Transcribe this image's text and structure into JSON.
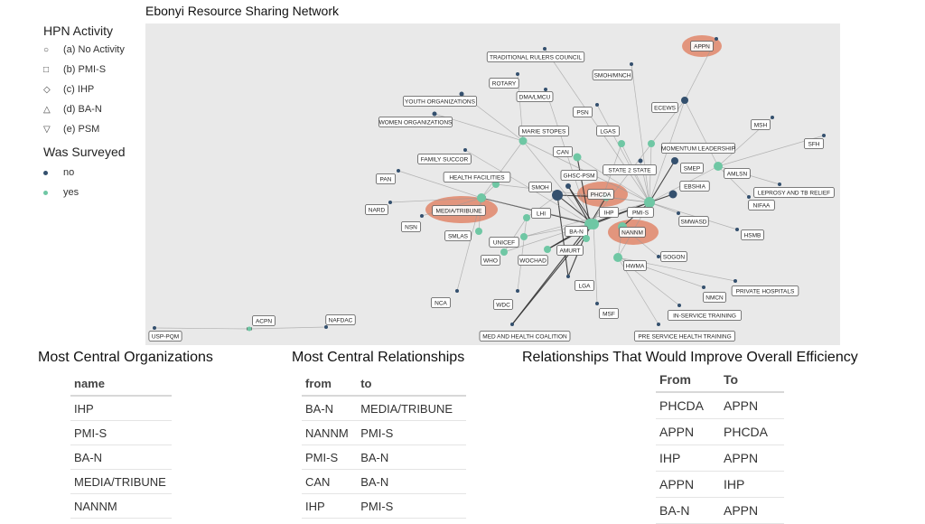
{
  "network": {
    "title": "Ebonyi Resource Sharing Network",
    "background": "#e9e9e9",
    "colors": {
      "surveyed_no": "#34506e",
      "surveyed_yes": "#6fc7a4",
      "highlight": "#e0866a",
      "edge": "#555555"
    },
    "nodes": [
      {
        "id": "APPN",
        "highlight": true
      },
      {
        "id": "TRADITIONAL RULERS COUNCIL"
      },
      {
        "id": "SMOH/MNCH"
      },
      {
        "id": "ROTARY"
      },
      {
        "id": "DMA/LMCU"
      },
      {
        "id": "YOUTH ORGANIZATIONS"
      },
      {
        "id": "WOMEN ORGANIZATIONS"
      },
      {
        "id": "PSN"
      },
      {
        "id": "ECEWS"
      },
      {
        "id": "MSH"
      },
      {
        "id": "MARIE STOPES"
      },
      {
        "id": "LGAS"
      },
      {
        "id": "CAN"
      },
      {
        "id": "FAMILY SUCCOR"
      },
      {
        "id": "MOMENTUM LEADERSHIP"
      },
      {
        "id": "SFH"
      },
      {
        "id": "HEALTH FACILITIES"
      },
      {
        "id": "GHSC-PSM"
      },
      {
        "id": "STATE 2 STATE"
      },
      {
        "id": "SMEP"
      },
      {
        "id": "AMLSN"
      },
      {
        "id": "PAN"
      },
      {
        "id": "SMOH"
      },
      {
        "id": "PHCDA",
        "highlight": true
      },
      {
        "id": "EBSHIA"
      },
      {
        "id": "LEPROSY AND TB RELIEF"
      },
      {
        "id": "MEDIA/TRIBUNE",
        "highlight": true
      },
      {
        "id": "NARD"
      },
      {
        "id": "LHI"
      },
      {
        "id": "IHP"
      },
      {
        "id": "PMI-S"
      },
      {
        "id": "NIFAA"
      },
      {
        "id": "SMWASD"
      },
      {
        "id": "NSN"
      },
      {
        "id": "BA-N"
      },
      {
        "id": "NANNM",
        "highlight": true
      },
      {
        "id": "SMLAS"
      },
      {
        "id": "UNICEF"
      },
      {
        "id": "HSMB"
      },
      {
        "id": "AMURT"
      },
      {
        "id": "SOGON"
      },
      {
        "id": "WHO"
      },
      {
        "id": "WOCHAD"
      },
      {
        "id": "HWMA"
      },
      {
        "id": "PRIVATE HOSPITALS"
      },
      {
        "id": "LGA"
      },
      {
        "id": "NMCN"
      },
      {
        "id": "NCA"
      },
      {
        "id": "WDC"
      },
      {
        "id": "MSF"
      },
      {
        "id": "IN-SERVICE TRAINING"
      },
      {
        "id": "ACPN"
      },
      {
        "id": "NAFDAC"
      },
      {
        "id": "USP-PQM"
      },
      {
        "id": "MED AND HEALTH COALITION"
      },
      {
        "id": "PRE SERVICE HEALTH TRAINING"
      }
    ]
  },
  "legend": {
    "activity_title": "HPN Activity",
    "activity_items": [
      {
        "symbol": "○",
        "label": "(a) No Activity"
      },
      {
        "symbol": "□",
        "label": "(b) PMI-S"
      },
      {
        "symbol": "◇",
        "label": "(c) IHP"
      },
      {
        "symbol": "△",
        "label": "(d) BA-N"
      },
      {
        "symbol": "▽",
        "label": "(e) PSM"
      }
    ],
    "surveyed_title": "Was Surveyed",
    "surveyed_items": [
      {
        "label": "no",
        "color": "#34506e"
      },
      {
        "label": "yes",
        "color": "#6fc7a4"
      }
    ]
  },
  "central_orgs": {
    "title": "Most Central Organizations",
    "header": "name",
    "rows": [
      "IHP",
      "PMI-S",
      "BA-N",
      "MEDIA/TRIBUNE",
      "NANNM"
    ]
  },
  "central_rels": {
    "title": "Most Central Relationships",
    "headers": [
      "from",
      "to"
    ],
    "rows": [
      [
        "BA-N",
        "MEDIA/TRIBUNE"
      ],
      [
        "NANNM",
        "PMI-S"
      ],
      [
        "PMI-S",
        "BA-N"
      ],
      [
        "CAN",
        "BA-N"
      ],
      [
        "IHP",
        "PMI-S"
      ]
    ]
  },
  "efficiency": {
    "title": "Relationships That Would Improve Overall Efficiency",
    "headers": [
      "From",
      "To"
    ],
    "rows": [
      [
        "PHCDA",
        "APPN"
      ],
      [
        "APPN",
        "PHCDA"
      ],
      [
        "IHP",
        "APPN"
      ],
      [
        "APPN",
        "IHP"
      ],
      [
        "BA-N",
        "APPN"
      ]
    ]
  }
}
